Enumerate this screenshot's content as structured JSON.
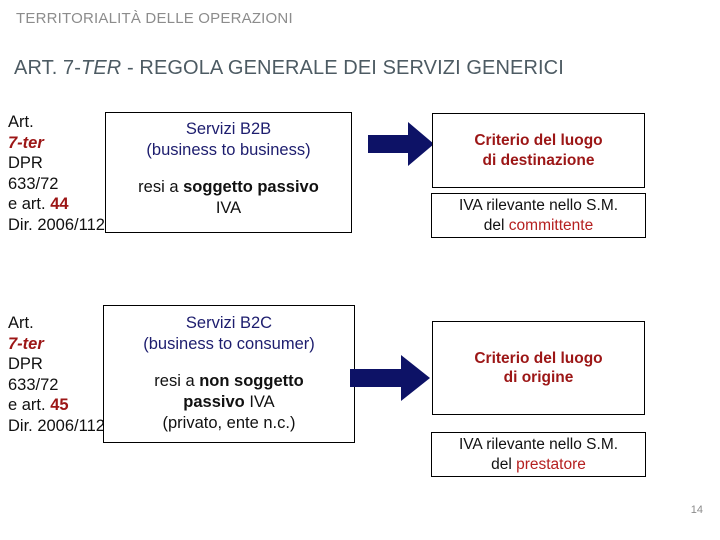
{
  "header": {
    "title": "TERRITORIALITÀ DELLE OPERAZIONI",
    "subtitle_pre": "ART. 7-",
    "subtitle_italic": "TER",
    "subtitle_post": " - REGOLA GENERALE DEI SERVIZI GENERICI"
  },
  "colors": {
    "title_gray": "#8c8c8c",
    "subtitle_slate": "#4d5b63",
    "navy": "#1d1d6e",
    "dark_red": "#9c1616",
    "accent_red": "#b52020",
    "box_border": "#000000",
    "background": "#ffffff"
  },
  "rows": [
    {
      "caption": {
        "line1": "Art.",
        "line2": "7-ter",
        "line3": "DPR",
        "line4": "633/72",
        "line5_pre": "e art. ",
        "line5_num": "44",
        "line6": "Dir. 2006/112"
      },
      "service_box": {
        "head_line1": "Servizi B2B",
        "head_line2": "(business to business)",
        "body_pre": "resi a ",
        "body_bold": "soggetto passivo",
        "body_post": "IVA",
        "note": ""
      },
      "arrow": {
        "name": "arrow-right-b2b",
        "color": "#0d1266"
      },
      "outcome": {
        "criterion_line1": "Criterio del luogo",
        "criterion_line2": "di destinazione",
        "iva_line1": "IVA rilevante nello S.M.",
        "iva_line2_pre": "del ",
        "iva_line2_accent": "committente"
      }
    },
    {
      "caption": {
        "line1": "Art.",
        "line2": "7-ter",
        "line3": "DPR",
        "line4": "633/72",
        "line5_pre": "e art. ",
        "line5_num": "45",
        "line6": "Dir. 2006/112"
      },
      "service_box": {
        "head_line1": "Servizi B2C",
        "head_line2": "(business to consumer)",
        "body_pre": "resi a ",
        "body_bold": "non soggetto",
        "body_bold2": "passivo",
        "body_post": " IVA",
        "note": "(privato, ente n.c.)"
      },
      "arrow": {
        "name": "arrow-right-b2c",
        "color": "#0d1266"
      },
      "outcome": {
        "criterion_line1": "Criterio del luogo",
        "criterion_line2": "di origine",
        "iva_line1": "IVA rilevante nello S.M.",
        "iva_line2_pre": "del ",
        "iva_line2_accent": "prestatore"
      }
    }
  ],
  "footer": {
    "page_number": "14"
  }
}
